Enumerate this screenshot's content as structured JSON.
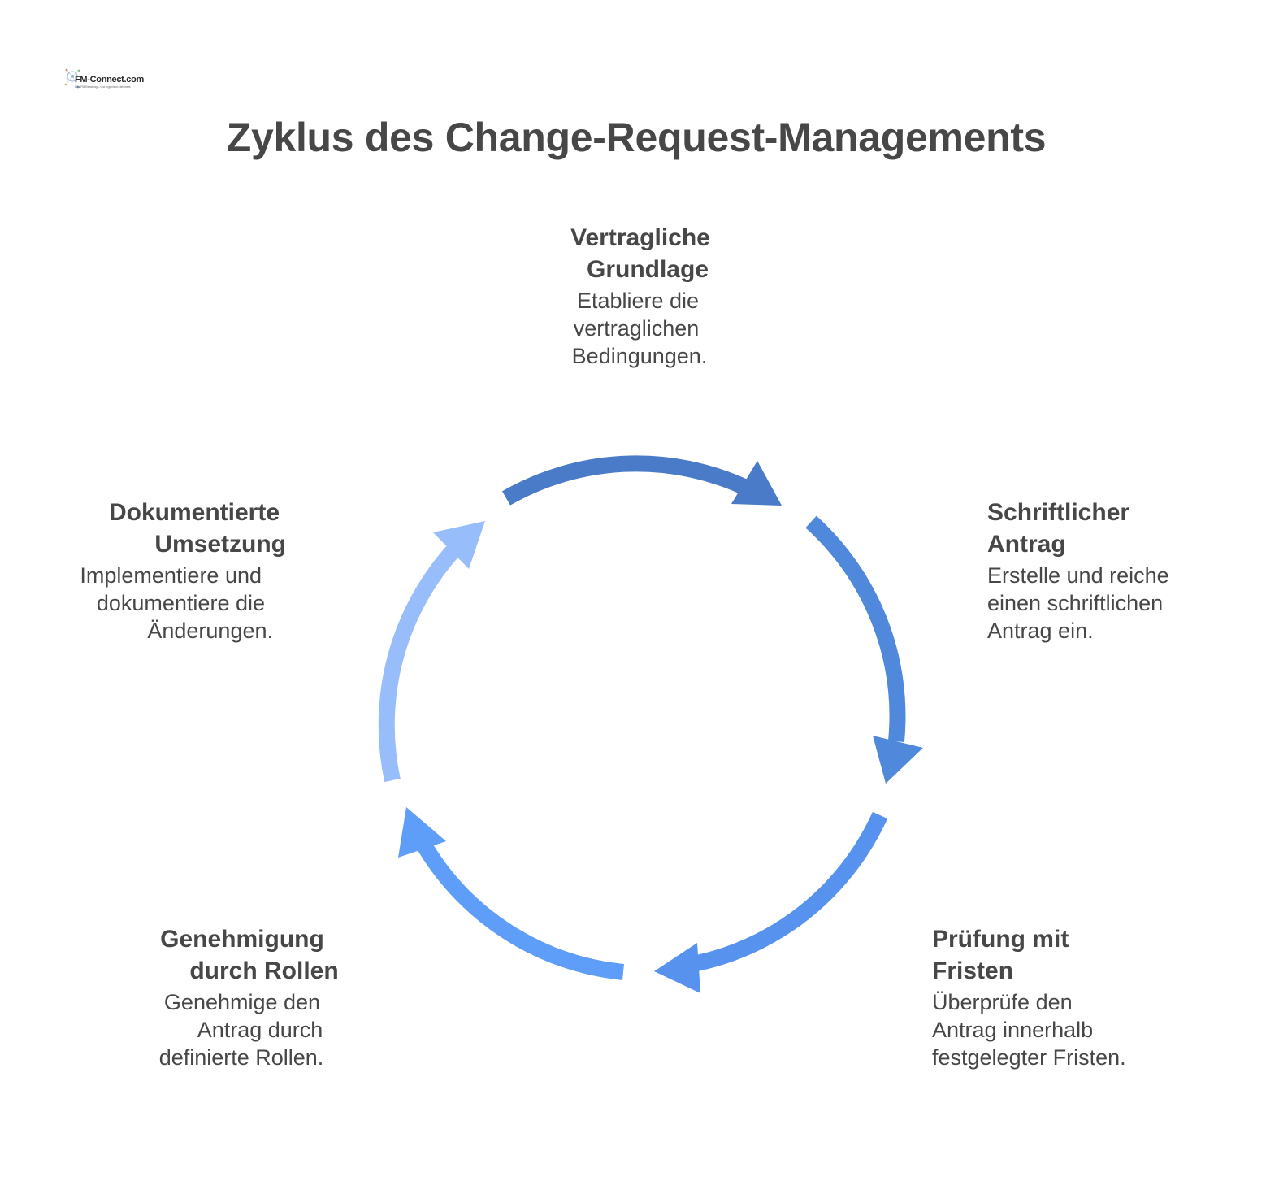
{
  "logo": {
    "name": "FM-Connect.com",
    "tagline": "Das FM-Beratungs- und Ingenieur-Netzwerk"
  },
  "title": "Zyklus des Change-Request-Managements",
  "colors": {
    "arrow_top": "#4A7BC8",
    "arrow_right": "#5089DC",
    "arrow_bottom_right": "#5792EE",
    "arrow_bottom_left": "#5E9DF8",
    "arrow_left": "#98BDFB",
    "text": "#474747"
  },
  "steps": [
    {
      "id": "vertragliche-grundlage",
      "title_lines": [
        "Vertragliche",
        "Grundlage"
      ],
      "desc_lines": [
        "Etabliere die",
        "vertraglichen",
        "Bedingungen."
      ]
    },
    {
      "id": "schriftlicher-antrag",
      "title_lines": [
        "Schriftlicher",
        "Antrag"
      ],
      "desc_lines": [
        "Erstelle und reiche",
        "einen schriftlichen",
        "Antrag ein."
      ]
    },
    {
      "id": "pruefung-mit-fristen",
      "title_lines": [
        "Prüfung mit",
        "Fristen"
      ],
      "desc_lines": [
        "Überprüfe den",
        "Antrag innerhalb",
        "festgelegter Fristen."
      ]
    },
    {
      "id": "genehmigung-durch-rollen",
      "title_lines": [
        "Genehmigung",
        "durch Rollen"
      ],
      "desc_lines": [
        "Genehmige den",
        "Antrag durch",
        "definierte Rollen."
      ]
    },
    {
      "id": "dokumentierte-umsetzung",
      "title_lines": [
        "Dokumentierte",
        "Umsetzung"
      ],
      "desc_lines": [
        "Implementiere und",
        "dokumentiere die",
        "Änderungen."
      ]
    }
  ]
}
